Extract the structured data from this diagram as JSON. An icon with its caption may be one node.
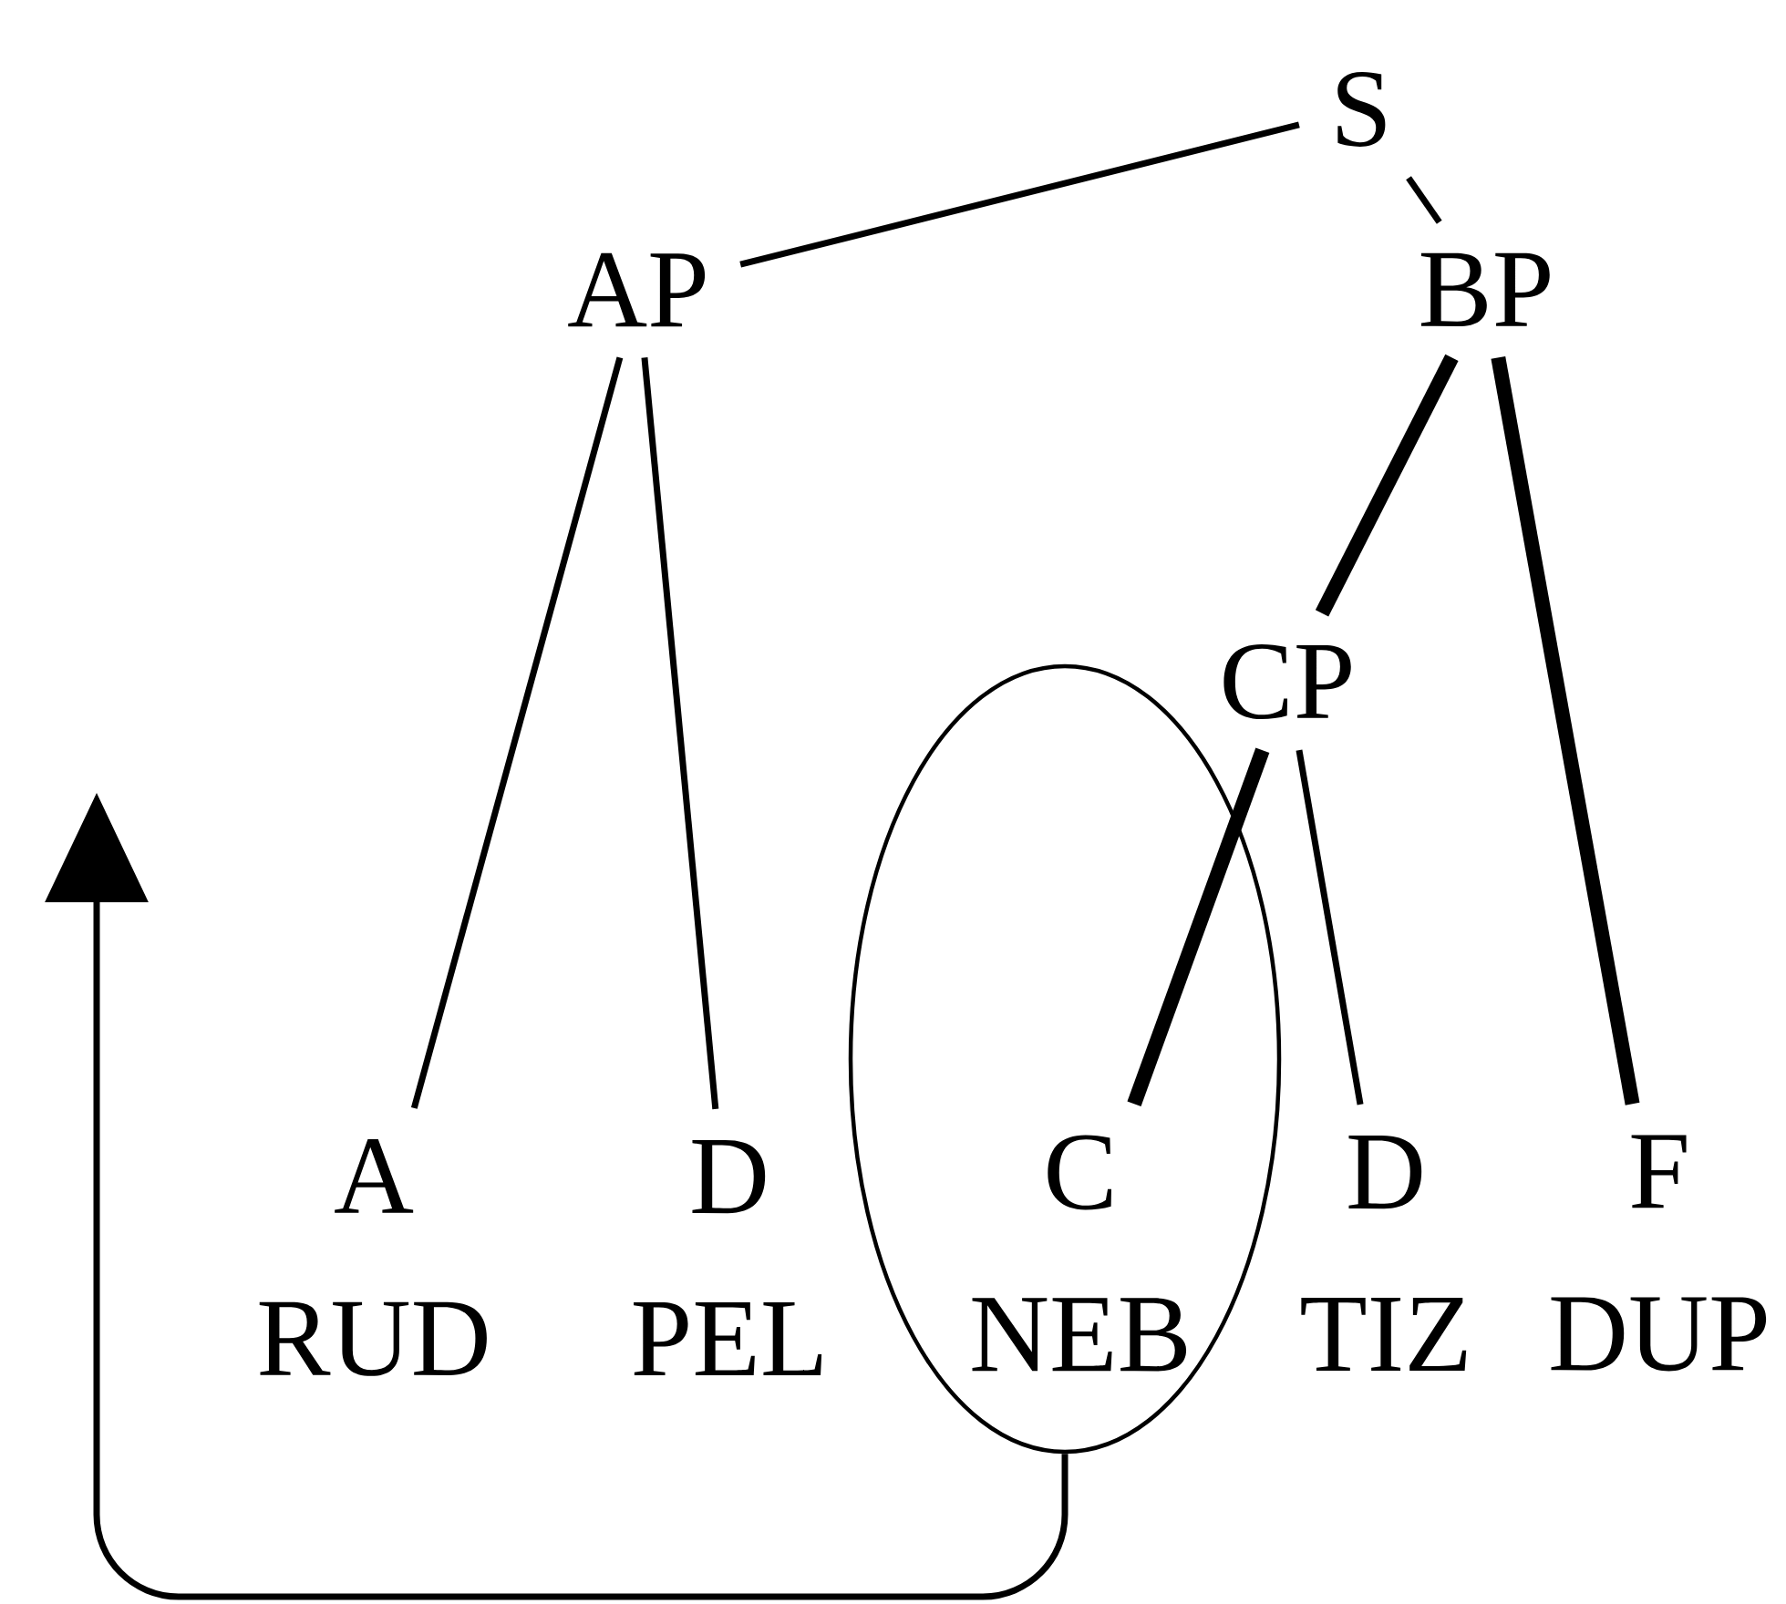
{
  "diagram": {
    "nodes": [
      {
        "text": [
          "S"
        ]
      },
      {
        "text": [
          "AP"
        ]
      },
      {
        "text": [
          "BP"
        ]
      },
      {
        "text": [
          "CP"
        ]
      },
      {
        "text": [
          "A",
          "RUD"
        ]
      },
      {
        "text": [
          "D",
          "PEL"
        ]
      },
      {
        "text": [
          "C",
          "NEB"
        ],
        "in": 9
      },
      {
        "text": [
          "D",
          "TIZ"
        ]
      },
      {
        "text": [
          "F",
          "DUP"
        ]
      },
      {
        "text": [],
        "shape": "ellipse"
      }
    ],
    "edges": [
      {
        "from": 0,
        "to": 1,
        "arrow": "none"
      },
      {
        "from": 0,
        "to": 2,
        "arrow": "none"
      },
      {
        "from": 1,
        "to": 4,
        "arrow": "none"
      },
      {
        "from": 1,
        "to": 5,
        "arrow": "none"
      },
      {
        "from": 2,
        "to": 3,
        "arrow": "none",
        "style": "thick"
      },
      {
        "from": 2,
        "to": 8,
        "arrow": "none",
        "style": "thick"
      },
      {
        "from": 3,
        "to": 6,
        "arrow": "none",
        "style": "thick"
      },
      {
        "from": 3,
        "to": 7,
        "arrow": "none"
      },
      {
        "from": 9,
        "to": null,
        "arrow": "to"
      }
    ]
  }
}
